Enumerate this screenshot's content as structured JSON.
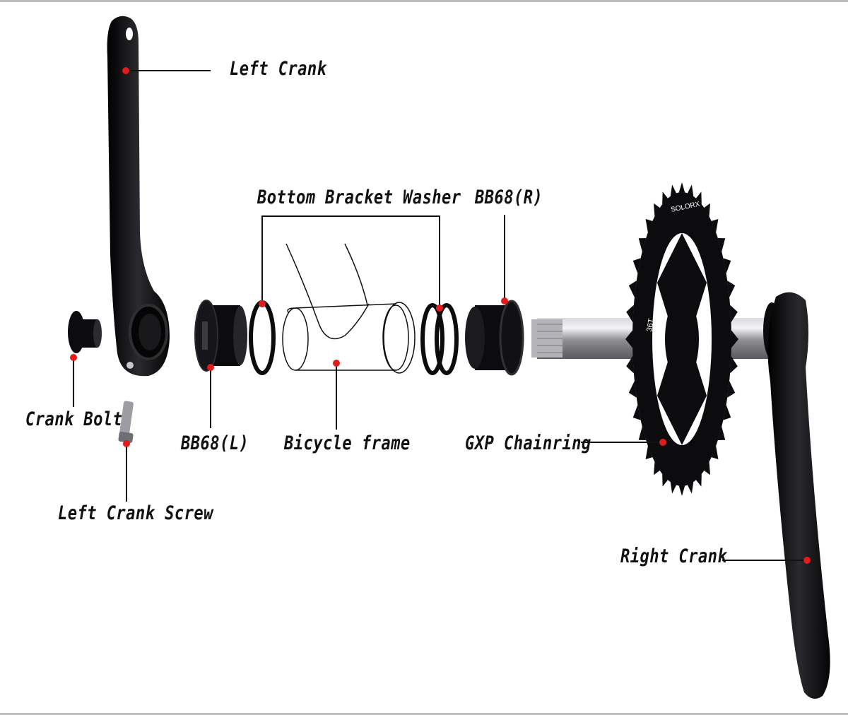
{
  "labels": {
    "left_crank": "Left Crank",
    "bottom_bracket_washer": "Bottom Bracket Washer",
    "bb68_r": "BB68(R)",
    "crank_bolt": "Crank Bolt",
    "bb68_l": "BB68(L)",
    "bicycle_frame": "Bicycle frame",
    "gxp_chainring": "GXP Chainring",
    "left_crank_screw": "Left Crank Screw",
    "right_crank": "Right Crank"
  },
  "part_markings": {
    "chainring_brand": "SOLORX",
    "chainring_teeth": "36T"
  },
  "colors": {
    "part_black": "#0c0c0e",
    "marker_red": "#e21b1b",
    "axle_silver": "#a7a7ab",
    "frame_border": "#bdbdbd"
  }
}
